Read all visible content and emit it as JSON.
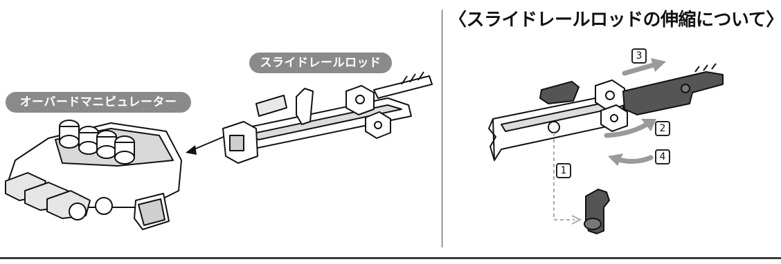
{
  "labels": {
    "slide_rail_rod": "スライドレールロッド",
    "over_manipulator": "オーバードマニピュレーター",
    "section_title": "〈スライドレールロッドの伸縮について〉"
  },
  "steps": {
    "s1": "1",
    "s2": "2",
    "s3": "3",
    "s4": "4"
  },
  "colors": {
    "label_pill": "#8a8a8a",
    "part_fill": "#ffffff",
    "part_dark": "#555555",
    "arrow_gray": "#9a9a9a",
    "dashed_guide": "#aaaaaa"
  }
}
